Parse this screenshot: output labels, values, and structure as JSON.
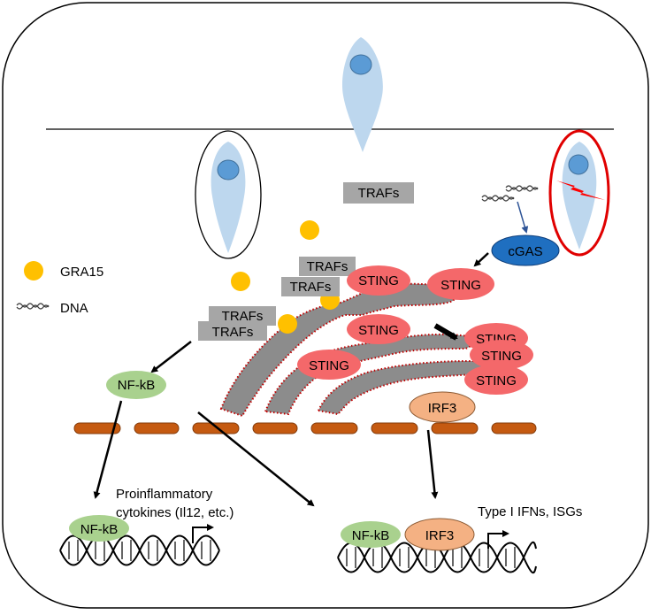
{
  "legend": {
    "gra15_label": "GRA15",
    "dna_label": "DNA"
  },
  "labels": {
    "trafs": "TRAFs",
    "sting": "STING",
    "cgas": "cGAS",
    "nfkb": "NF-kB",
    "irf3": "IRF3",
    "proinflammatory_line1": "Proinflammatory",
    "proinflammatory_line2": "cytokines (Il12, etc.)",
    "type1_ifns": "Type I IFNs, ISGs"
  },
  "colors": {
    "parasite": "#bdd7ee",
    "parasite_nucleus": "#5b9bd5",
    "gra15": "#ffc000",
    "trafs_box": "#a6a6a6",
    "sting": "#f4686a",
    "cgas": "#1f6fc0",
    "nfkb": "#a9d18e",
    "irf3": "#f4b183",
    "er": "#8c8c8c",
    "mitochondria": "#c55a11",
    "damaged_vacuole": "#e00000"
  },
  "icons": {
    "gra15": "yellow-circle-icon",
    "dna": "dna-squiggle-icon",
    "damage": "lightning-bolt-icon",
    "transcription": "bent-arrow-icon"
  }
}
